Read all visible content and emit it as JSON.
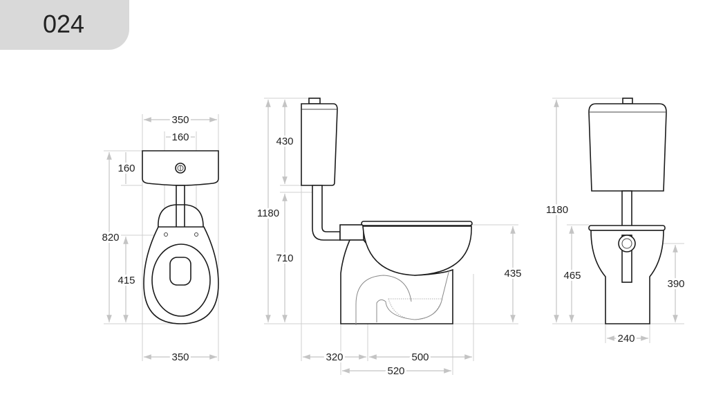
{
  "badge": {
    "model_number": "024"
  },
  "front_view": {
    "tank_width": "350",
    "outlet_spacing": "160",
    "tank_height": "160",
    "overall_depth": "820",
    "bowl_length": "415",
    "bowl_width": "350"
  },
  "side_view": {
    "overall_height": "1180",
    "tank_height": "430",
    "tank_mount_height": "710",
    "bowl_height": "435",
    "tank_offset": "320",
    "outlet_distance": "500",
    "base_length": "520"
  },
  "rear_view": {
    "overall_height": "1180",
    "seat_height": "465",
    "outlet_height": "390",
    "base_width": "240"
  },
  "colors": {
    "badge": "#d9d9d9",
    "dimension_lines": "#c4c4c4",
    "outline": "#1a1a1a"
  }
}
